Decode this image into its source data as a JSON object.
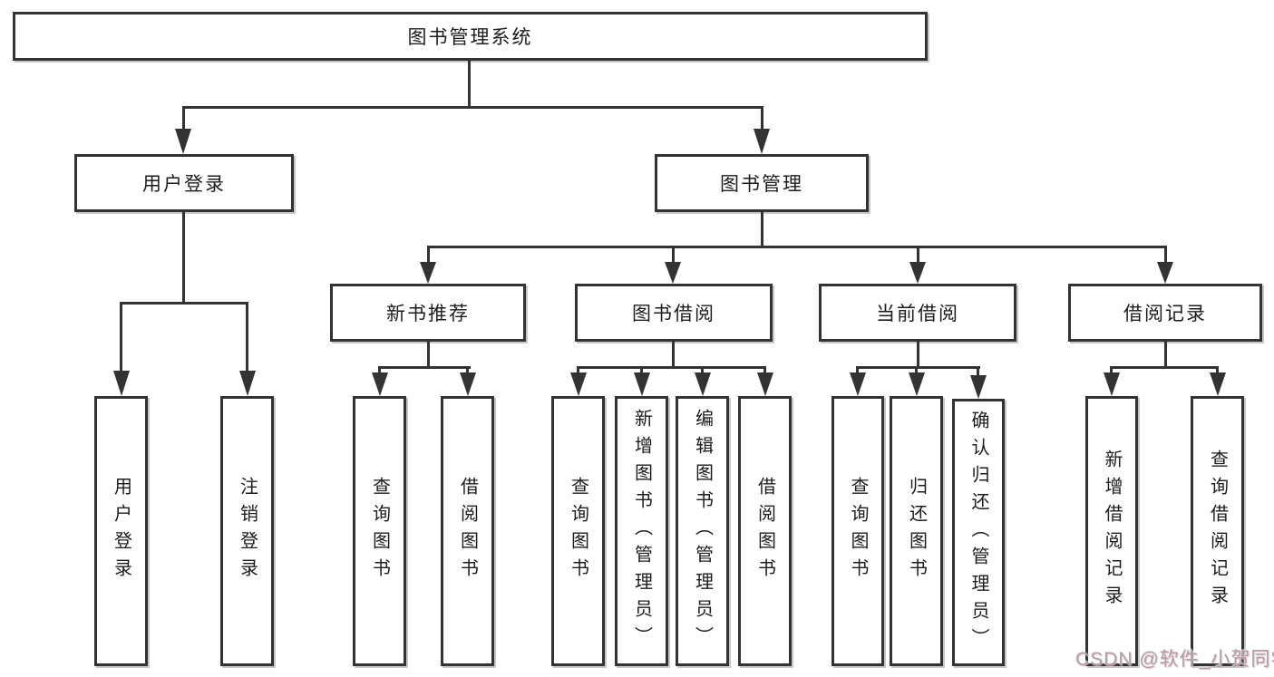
{
  "tree": {
    "root": {
      "label": "图书管理系统"
    },
    "branches": [
      {
        "label": "用户登录",
        "children": [
          {
            "label": "用户登录"
          },
          {
            "label": "注销登录"
          }
        ]
      },
      {
        "label": "图书管理",
        "sections": [
          {
            "label": "新书推荐",
            "children": [
              {
                "label": "查询图书"
              },
              {
                "label": "借阅图书"
              }
            ]
          },
          {
            "label": "图书借阅",
            "children": [
              {
                "label": "查询图书"
              },
              {
                "label": "新增图书（管理员）"
              },
              {
                "label": "编辑图书（管理员）"
              },
              {
                "label": "借阅图书"
              }
            ]
          },
          {
            "label": "当前借阅",
            "children": [
              {
                "label": "查询图书"
              },
              {
                "label": "归还图书"
              },
              {
                "label": "确认归还（管理员）"
              }
            ]
          },
          {
            "label": "借阅记录",
            "children": [
              {
                "label": "新增借阅记录"
              },
              {
                "label": "查询借阅记录"
              }
            ]
          }
        ]
      }
    ]
  },
  "watermark": {
    "text": "CSDN @软件_小贺同学"
  },
  "colors": {
    "line": "#333333",
    "text": "#1c1c1c",
    "background": "#ffffff",
    "watermark_gray": "#a6a4a8",
    "watermark_pink": "#ecaaba"
  }
}
